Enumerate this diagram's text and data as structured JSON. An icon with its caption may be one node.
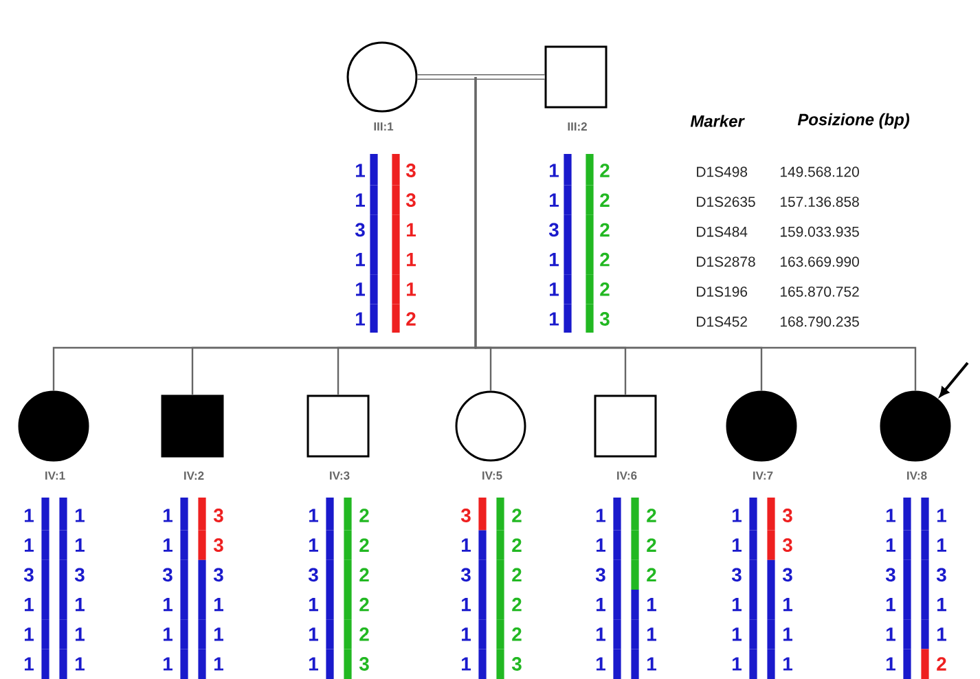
{
  "diagram": {
    "nodes": [
      {
        "text": [],
        "shape": "circle",
        "beside": [
          "III:1"
        ]
      },
      {
        "text": [],
        "shape": "box",
        "beside": [
          "III:2"
        ]
      },
      {
        "text": [],
        "shape": "circle",
        "beside": [
          "IV:1"
        ]
      },
      {
        "text": [],
        "shape": "box",
        "beside": [
          "IV:2"
        ]
      },
      {
        "text": [],
        "shape": "box",
        "beside": [
          "IV:3"
        ]
      },
      {
        "text": [],
        "shape": "circle",
        "beside": [
          "IV:5"
        ]
      },
      {
        "text": [],
        "shape": "box",
        "beside": [
          "IV:6"
        ]
      },
      {
        "text": [],
        "shape": "circle",
        "beside": [
          "IV:7"
        ]
      },
      {
        "text": [],
        "shape": "circle",
        "beside": [
          "IV:8"
        ]
      }
    ],
    "edges": [
      {
        "from": 0,
        "to": 1,
        "arrow": "none",
        "style": "thick"
      },
      {
        "from": null,
        "to": 2,
        "arrow": "none"
      },
      {
        "from": null,
        "to": 3,
        "arrow": "none"
      },
      {
        "from": null,
        "to": 4,
        "arrow": "none"
      },
      {
        "from": null,
        "to": 5,
        "arrow": "none"
      },
      {
        "from": null,
        "to": 6,
        "arrow": "none"
      },
      {
        "from": null,
        "to": 7,
        "arrow": "none"
      },
      {
        "from": null,
        "to": 8,
        "arrow": "none"
      },
      {
        "from": null,
        "to": 8,
        "arrow": "to",
        "color": "#000000"
      }
    ],
    "labels": [
      "Marker",
      "Posizione (bp)",
      "D1S498",
      "149.568.120",
      "D1S2635",
      "157.136.858",
      "D1S484",
      "159.033.935",
      "D1S2878",
      "163.669.990",
      "D1S196",
      "165.870.752",
      "D1S452",
      "168.790.235",
      "1",
      "3",
      "1",
      "3",
      "3",
      "1",
      "1",
      "1",
      "1",
      "1",
      "1",
      "2",
      "1",
      "2",
      "1",
      "2",
      "3",
      "2",
      "1",
      "2",
      "1",
      "2",
      "1",
      "3",
      "1",
      "1",
      "1",
      "1",
      "3",
      "3",
      "1",
      "1",
      "1",
      "1",
      "1",
      "1",
      "1",
      "3",
      "1",
      "3",
      "3",
      "3",
      "1",
      "1",
      "1",
      "1",
      "1",
      "1",
      "1",
      "2",
      "1",
      "2",
      "3",
      "2",
      "1",
      "2",
      "1",
      "2",
      "1",
      "3",
      "3",
      "2",
      "1",
      "2",
      "3",
      "2",
      "1",
      "2",
      "1",
      "2",
      "1",
      "3",
      "1",
      "2",
      "1",
      "2",
      "3",
      "2",
      "1",
      "1",
      "1",
      "1",
      "1",
      "1",
      "1",
      "3",
      "1",
      "3",
      "3",
      "3",
      "1",
      "1",
      "1",
      "1",
      "1",
      "1",
      "1",
      "1",
      "1",
      "1",
      "3",
      "3",
      "1",
      "1",
      "1",
      "1",
      "1",
      "2"
    ]
  }
}
